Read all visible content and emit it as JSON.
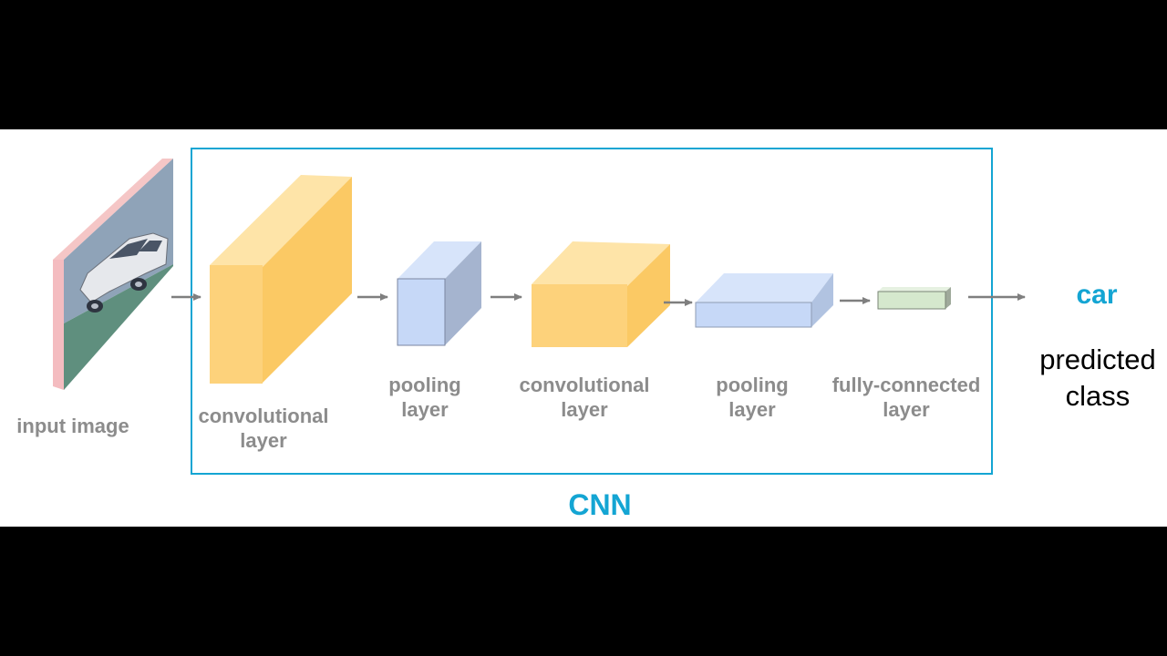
{
  "input_image": {
    "label": "input image"
  },
  "cnn_box": {
    "label": "CNN"
  },
  "layers": [
    {
      "label_line1": "convolutional",
      "label_line2": "layer"
    },
    {
      "label_line1": "pooling",
      "label_line2": "layer"
    },
    {
      "label_line1": "convolutional",
      "label_line2": "layer"
    },
    {
      "label_line1": "pooling",
      "label_line2": "layer"
    },
    {
      "label_line1": "fully-connected",
      "label_line2": "layer"
    }
  ],
  "output": {
    "class_value": "car",
    "caption_line1": "predicted",
    "caption_line2": "class"
  },
  "colors": {
    "cnn_accent": "#14a5d3",
    "conv_front": "#fdd27b",
    "conv_side": "#fbc964",
    "pool_front": "#c6d8f7",
    "pool_side": "#a5b4cf",
    "fc_front": "#d5e8cd",
    "label_gray": "#8c8c8c",
    "arrow_gray": "#7f7f7f"
  }
}
